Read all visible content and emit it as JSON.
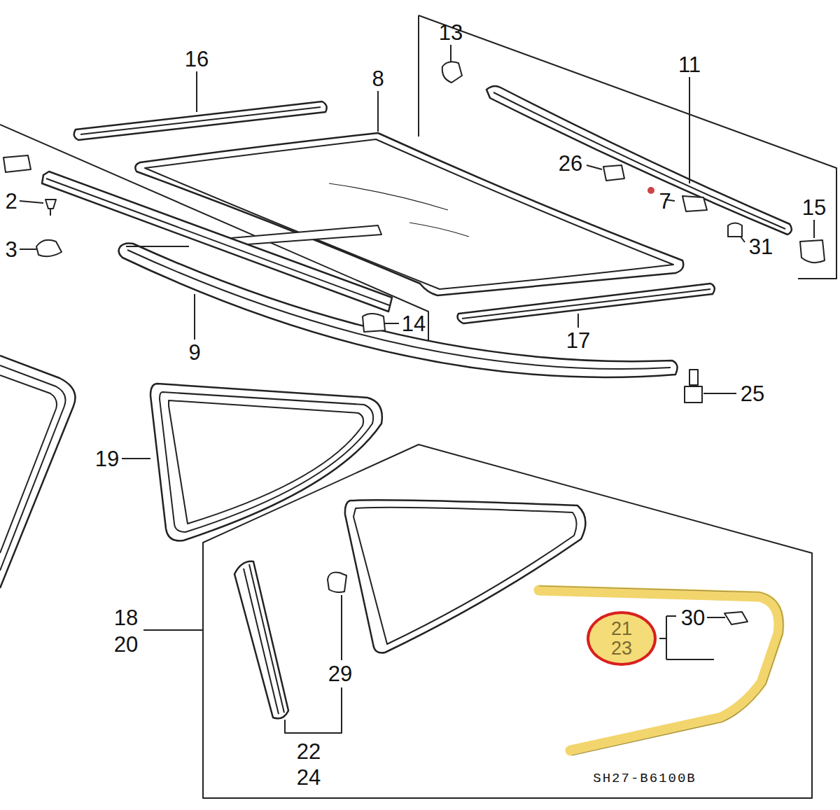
{
  "diagram": {
    "nodes": [
      {
        "text": [
          "21",
          "23"
        ]
      }
    ],
    "edges": [],
    "labels": [
      "13",
      "16",
      "8",
      "11",
      "26",
      "7",
      "15",
      "2",
      "31",
      "3",
      "14",
      "9",
      "17",
      "25",
      "19",
      "18",
      "20",
      "30",
      "29",
      "22",
      "24",
      "SH27-B6100B"
    ]
  }
}
